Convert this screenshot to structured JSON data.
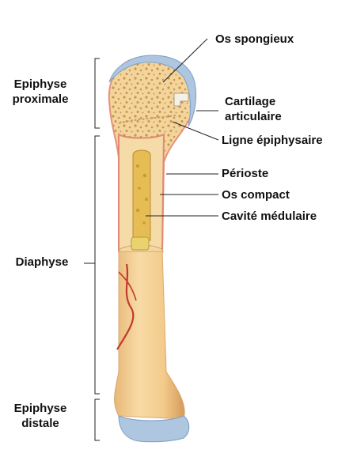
{
  "diagram": {
    "left_labels": {
      "proximal_epiphysis": [
        "Epiphyse",
        "proximale"
      ],
      "diaphysis": "Diaphyse",
      "distal_epiphysis": [
        "Epiphyse",
        "distale"
      ]
    },
    "right_labels": {
      "spongy_bone": "Os spongieux",
      "articular_cartilage": [
        "Cartilage",
        "articulaire"
      ],
      "epiphyseal_line": "Ligne épiphysaire",
      "periosteum": "Périoste",
      "compact_bone": "Os compact",
      "medullary_cavity": "Cavité médulaire"
    },
    "colors": {
      "bone": "#f3cf92",
      "bone_shadow": "#dca868",
      "cartilage": "#aec6df",
      "periosteum": "#e58a76",
      "vessel": "#c23a2e",
      "marrow": "#e8c25a"
    }
  }
}
